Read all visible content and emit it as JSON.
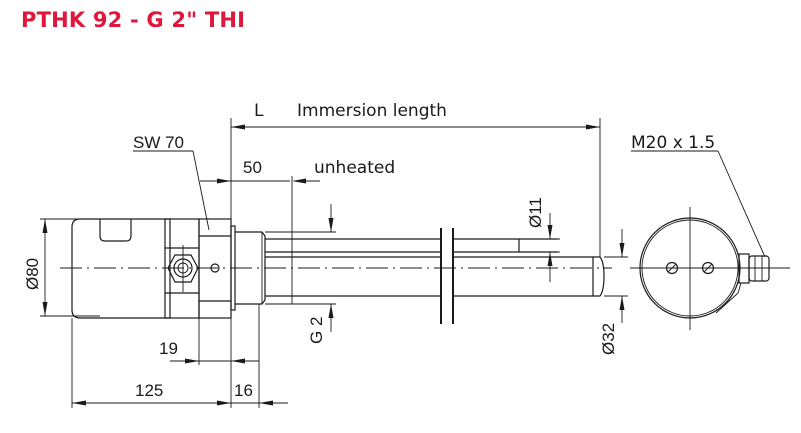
{
  "title": "PTHK 92 - G 2\" THI",
  "colors": {
    "title": "#e0173d",
    "lines": "#1a1a1a",
    "background": "#ffffff"
  },
  "labels": {
    "L": "L",
    "immersion_length": "Immersion length",
    "sw70": "SW 70",
    "fifty": "50",
    "unheated": "unheated",
    "d80": "Ø80",
    "d11": "Ø11",
    "g2": "G 2",
    "d32": "Ø32",
    "nineteen": "19",
    "one_two_five": "125",
    "sixteen": "16",
    "m20": "M20 x 1.5"
  }
}
